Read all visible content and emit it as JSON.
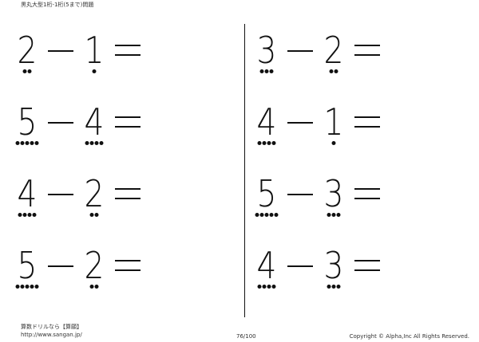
{
  "header": {
    "title": "黒丸大型1桁-1桁(5まで)問題"
  },
  "problems": [
    {
      "a": "2",
      "a_dots": 2,
      "op": "−",
      "b": "1",
      "b_dots": 1
    },
    {
      "a": "3",
      "a_dots": 3,
      "op": "−",
      "b": "2",
      "b_dots": 2
    },
    {
      "a": "5",
      "a_dots": 5,
      "op": "−",
      "b": "4",
      "b_dots": 4
    },
    {
      "a": "4",
      "a_dots": 4,
      "op": "−",
      "b": "1",
      "b_dots": 1
    },
    {
      "a": "4",
      "a_dots": 4,
      "op": "−",
      "b": "2",
      "b_dots": 2
    },
    {
      "a": "5",
      "a_dots": 5,
      "op": "−",
      "b": "3",
      "b_dots": 3
    },
    {
      "a": "5",
      "a_dots": 5,
      "op": "−",
      "b": "2",
      "b_dots": 2
    },
    {
      "a": "4",
      "a_dots": 4,
      "op": "−",
      "b": "3",
      "b_dots": 3
    }
  ],
  "equals": "=",
  "footer": {
    "site_name": "算数ドリルなら【算願】",
    "url": "http://www.sangan.jp/",
    "page": "76/100",
    "copyright": "Copyright © Alpha,Inc All Rights Reserved."
  }
}
